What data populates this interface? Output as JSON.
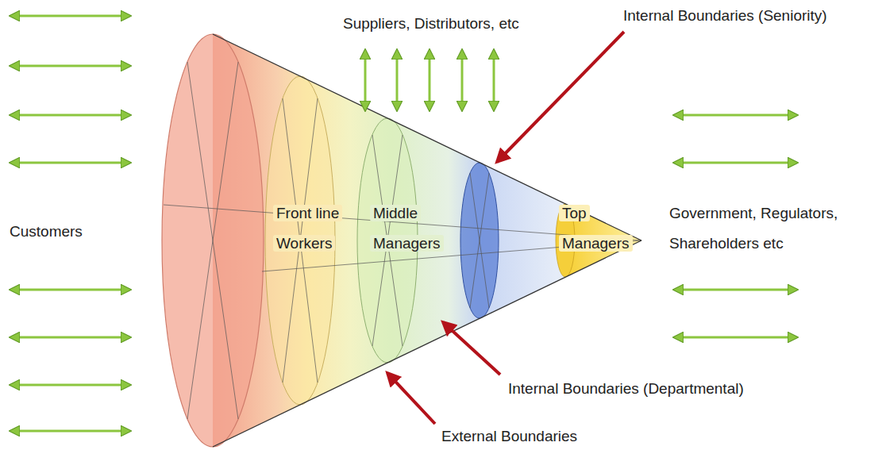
{
  "diagram": {
    "nodes": [
      {
        "text": [
          "Front line Workers"
        ]
      },
      {
        "text": [
          "Middle Managers"
        ]
      },
      {
        "text": [
          "Top Managers"
        ]
      }
    ],
    "labels": [
      "Suppliers, Distributors, etc",
      "Internal Boundaries (Seniority)",
      "Customers",
      "Government, Regulators, Shareholders etc",
      "Internal Boundaries (Departmental)",
      "External Boundaries"
    ]
  }
}
